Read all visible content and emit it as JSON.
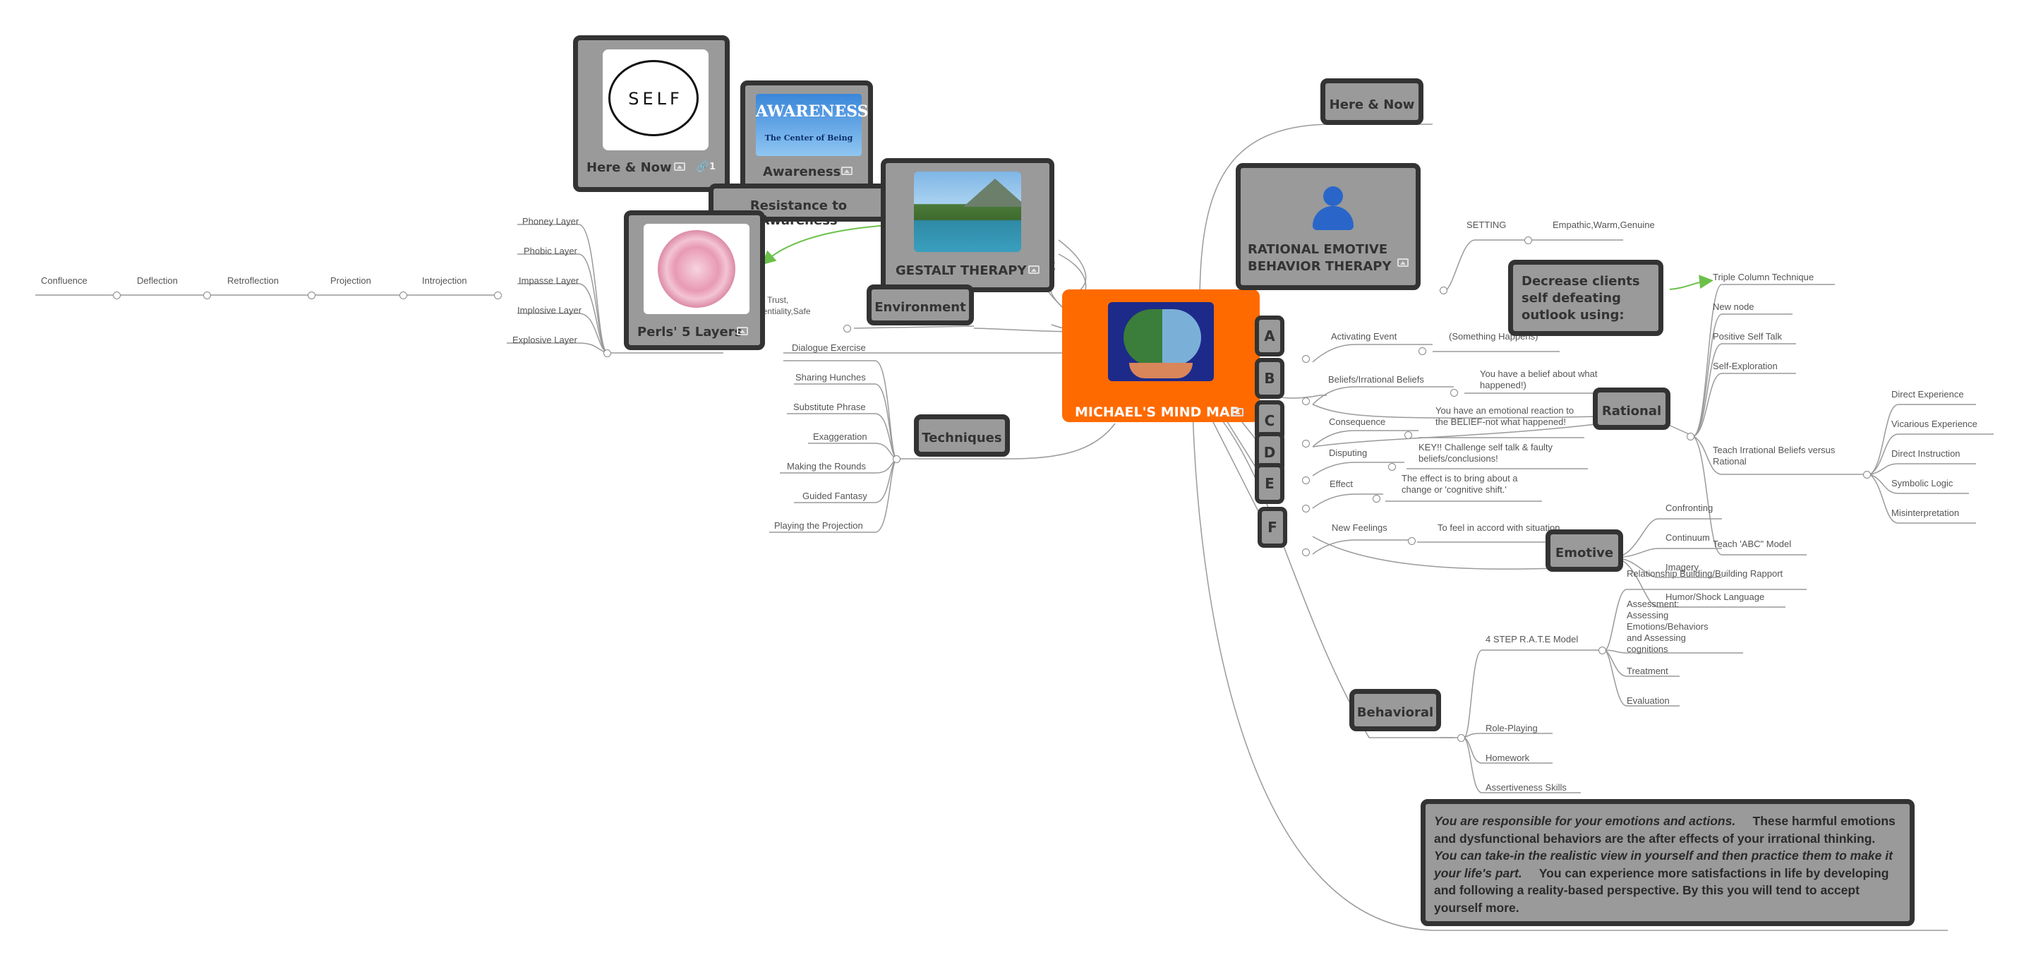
{
  "center": {
    "title": "MICHAEL'S  MIND MAP"
  },
  "colors": {
    "center_bg": "#ff6a00",
    "topic_bg": "#9a9a9a",
    "topic_border": "#333333",
    "line": "#999999",
    "relationship_arrow": "#6cc04a"
  },
  "gestalt": {
    "title": "GESTALT THERAPY",
    "here_now": {
      "title": "Here & Now",
      "image_text": "SELF",
      "link_count": "1"
    },
    "awareness": {
      "title": "Awareness",
      "image_text_1": "AWARENESS",
      "image_text_2": "The Center of Being"
    },
    "resistance": "Resistance to Awareness",
    "perls": {
      "title": "Perls' 5 Layers"
    },
    "layers": [
      "Phoney Layer",
      "Phobic Layer",
      "Impasse Layer",
      "Implosive Layer",
      "Explosive Layer"
    ],
    "defenses": [
      "Confluence",
      "Deflection",
      "Retroflection",
      "Projection",
      "Introjection"
    ],
    "environment": "Environment",
    "environment_note": "g: Trust, dentiality,Safe",
    "dialogue": "Dialogue Exercise",
    "techniques": {
      "title": "Techniques",
      "items": [
        "Sharing Hunches",
        "Substitute Phrase",
        "Exaggeration",
        "Making the Rounds",
        "Guided Fantasy",
        "Playing the Projection"
      ]
    }
  },
  "rebt": {
    "here_now": "Here & Now",
    "title_1": "RATIONAL EMOTIVE",
    "title_2": "BEHAVIOR THERAPY",
    "setting": "SETTING",
    "setting_value": "Empathic,Warm,Genuine",
    "decrease": "Decrease clients self defeating outlook using:",
    "abc": [
      {
        "letter": "A",
        "label": "Activating Event",
        "detail": "(Something Happens)"
      },
      {
        "letter": "B",
        "label": "Beliefs/Irrational Beliefs",
        "detail": "You have a belief about what happened!)"
      },
      {
        "letter": "C",
        "label": "Consequence",
        "detail": "You have an emotional reaction to the BELIEF-not what happened!"
      },
      {
        "letter": "D",
        "label": "Disputing",
        "detail": "KEY!! Challenge self talk & faulty beliefs/conclusions!"
      },
      {
        "letter": "E",
        "label": "Effect",
        "detail": "The effect is to bring about a change or 'cognitive shift.'"
      },
      {
        "letter": "F",
        "label": "New Feelings",
        "detail": "To feel in accord with situation"
      }
    ],
    "rational": {
      "title": "Rational",
      "items": [
        "Triple Column Technique",
        "New node",
        "Positive Self Talk",
        "Self-Exploration",
        "Teach Irrational Beliefs versus Rational",
        "Teach 'ABC\" Model"
      ],
      "teach_sub": [
        "Direct Experience",
        "Vicarious Experience",
        "Direct Instruction",
        "Symbolic Logic",
        "Misinterpretation"
      ]
    },
    "emotive": {
      "title": "Emotive",
      "items": [
        "Confronting",
        "Continuum",
        "Imagery",
        "Humor/Shock Language"
      ]
    },
    "behavioral": {
      "title": "Behavioral",
      "items": [
        "4 STEP R.A.T.E Model",
        "Role-Playing",
        "Homework",
        "Assertiveness Skills"
      ],
      "rate": [
        "Relationship Building/Building Rapport",
        "Assessment: Assessing Emotions/Behaviors and Assessing cognitions",
        "Treatment",
        "Evaluation"
      ]
    },
    "summary": {
      "p1": "You are responsible for your emotions and actions.",
      "p2": "These harmful emotions and dysfunctional behaviors are the after effects of your irrational thinking.",
      "p3": "You can take-in the realistic view in yourself and then practice them to make it your life's part.",
      "p4": "You can experience more satisfactions in life by developing and following a reality-based perspective. By this you will tend to accept yourself more."
    }
  }
}
